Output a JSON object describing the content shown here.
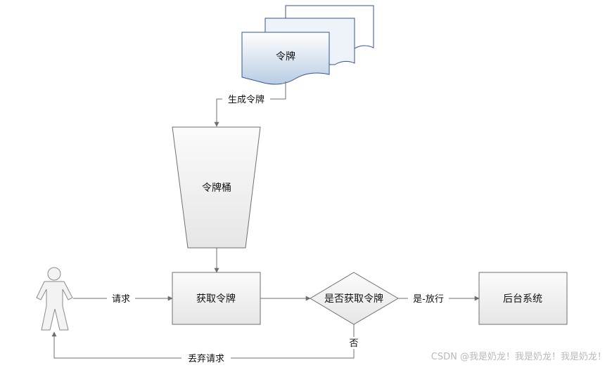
{
  "diagram": {
    "nodes": {
      "token_doc": "令牌",
      "bucket": "令牌桶",
      "get_token": "获取令牌",
      "decision": "是否获取令牌",
      "backend": "后台系统"
    },
    "edges": {
      "generate": "生成令牌",
      "request": "请求",
      "yes_pass": "是-放行",
      "no": "否",
      "discard": "丢弃请求"
    },
    "colors": {
      "doc_gradient_top": "#ffffff",
      "doc_gradient_bottom": "#b9cce3",
      "doc_stroke": "#2f5597",
      "shape_fill": "#f2f2f2",
      "stroke": "#6f6f6f"
    }
  },
  "watermark": "CSDN @我是奶龙！我是奶龙！我是奶龙！"
}
